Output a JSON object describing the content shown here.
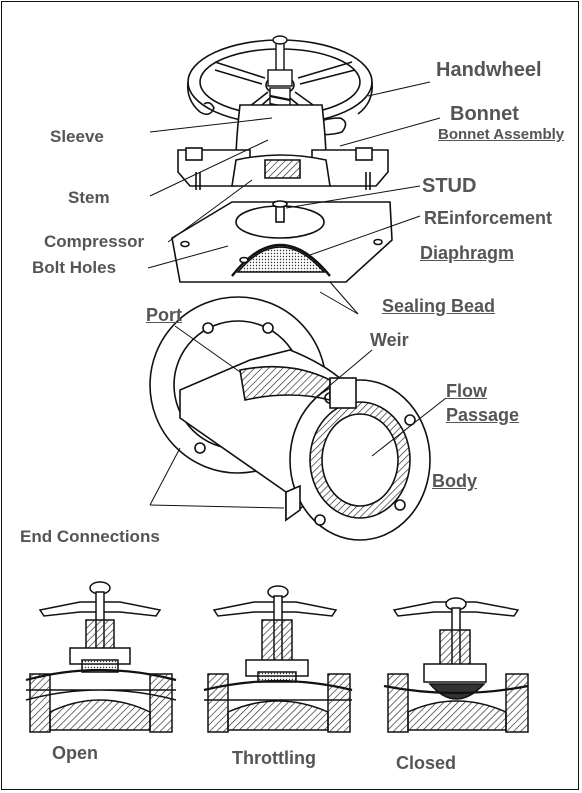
{
  "labels": {
    "handwheel": "Handwheel",
    "bonnet": "Bonnet",
    "bonnet_assembly": "Bonnet Assembly",
    "sleeve": "Sleeve",
    "stem": "Stem",
    "stud": "STUD",
    "reinforcement": "REinforcement",
    "compressor": "Compressor",
    "bolt_holes": "Bolt Holes",
    "diaphragm": "Diaphragm",
    "sealing_bead": "Sealing Bead",
    "port": "Port",
    "weir": "Weir",
    "flow": "Flow",
    "passage": "Passage",
    "body": "Body",
    "end_connections": "End Connections"
  },
  "states": {
    "open": "Open",
    "throttling": "Throttling",
    "closed": "Closed"
  },
  "colors": {
    "label_text": "#555555",
    "line": "#111111",
    "hatch": "#222222"
  }
}
